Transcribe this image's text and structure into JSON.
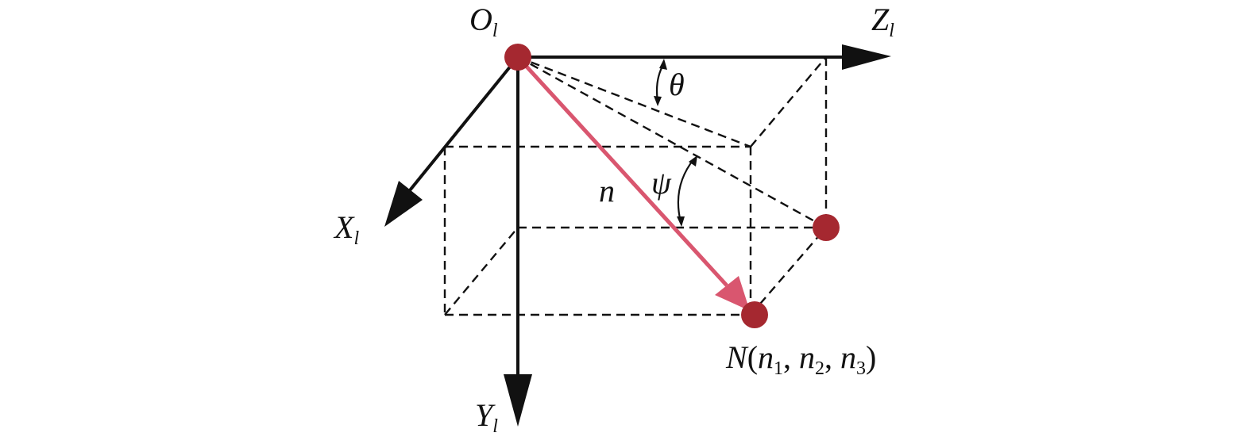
{
  "labels": {
    "origin": {
      "main": "O",
      "sub": "l"
    },
    "z_axis": {
      "main": "Z",
      "sub": "l"
    },
    "x_axis": {
      "main": "X",
      "sub": "l"
    },
    "y_axis": {
      "main": "Y",
      "sub": "l"
    },
    "theta": "θ",
    "psi": "ψ",
    "vector": "n",
    "point_n": {
      "name": "N",
      "open": "(",
      "c1": "n",
      "s1": "1",
      "sep1": ", ",
      "c2": "n",
      "s2": "2",
      "sep2": ", ",
      "c3": "n",
      "s3": "3",
      "close": ")"
    }
  },
  "colors": {
    "axis": "#111111",
    "vector": "#d9566f",
    "point": "#a52830",
    "dashed": "#111111"
  }
}
